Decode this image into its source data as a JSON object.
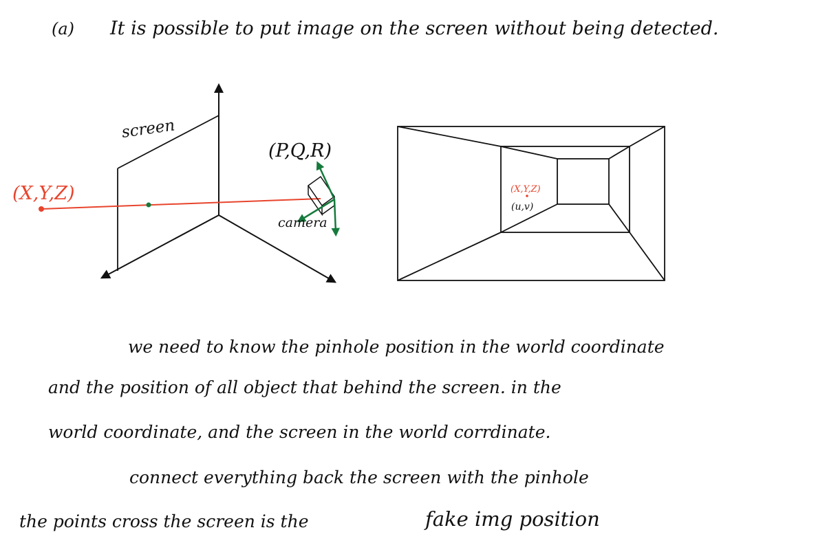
{
  "heading": {
    "label": "(a)",
    "text": "It is possible to put image on the screen without being detected."
  },
  "left_figure": {
    "screen_label": "screen",
    "point_label": "(X,Y,Z)",
    "camera_position_label": "(P,Q,R)",
    "camera_label": "camera"
  },
  "right_figure": {
    "point_label": "(X,Y,Z)",
    "image_label": "(u,v)"
  },
  "notes": {
    "line1": "we need to know the pinhole position in the world coordinate",
    "line2": "and the position of all object that behind the screen. in the",
    "line3": "world coordinate, and the screen in the world corrdinate.",
    "line4": "connect everything back the screen with the pinhole",
    "line5_a": "the points cross the screen is the",
    "line5_b": "fake img position"
  },
  "colors": {
    "ink": "#111111",
    "red": "#e8442c",
    "green": "#157a3c"
  }
}
